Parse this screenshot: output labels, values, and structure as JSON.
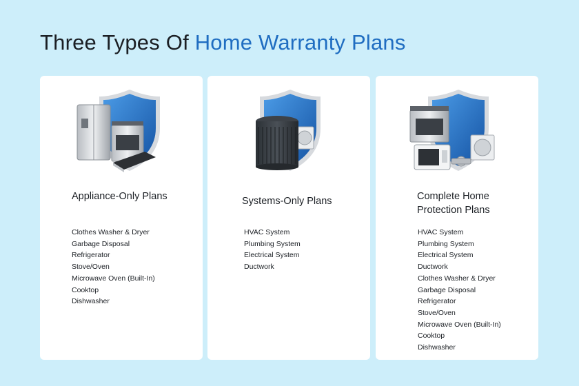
{
  "header": {
    "title_prefix": "Three Types Of",
    "title_accent": "Home Warranty Plans"
  },
  "colors": {
    "background": "#cdeefa",
    "accent": "#1f6dc1",
    "card": "#ffffff",
    "shield": "#2b78c8"
  },
  "cards": [
    {
      "title": "Appliance-Only Plans",
      "image": "shield-with-appliances",
      "items": [
        "Clothes Washer & Dryer",
        "Garbage Disposal",
        "Refrigerator",
        "Stove/Oven",
        "Microwave Oven (Built-In)",
        "Cooktop",
        "Dishwasher"
      ]
    },
    {
      "title": "Systems-Only Plans",
      "image": "shield-with-hvac-unit",
      "items": [
        "HVAC System",
        "Plumbing System",
        "Electrical System",
        "Ductwork"
      ]
    },
    {
      "title": "Complete Home Protection Plans",
      "image": "shield-with-appliances-and-systems",
      "items": [
        "HVAC System",
        "Plumbing System",
        "Electrical System",
        "Ductwork",
        "Clothes Washer & Dryer",
        "Garbage Disposal",
        "Refrigerator",
        "Stove/Oven",
        "Microwave Oven (Built-In)",
        "Cooktop",
        "Dishwasher"
      ]
    }
  ]
}
